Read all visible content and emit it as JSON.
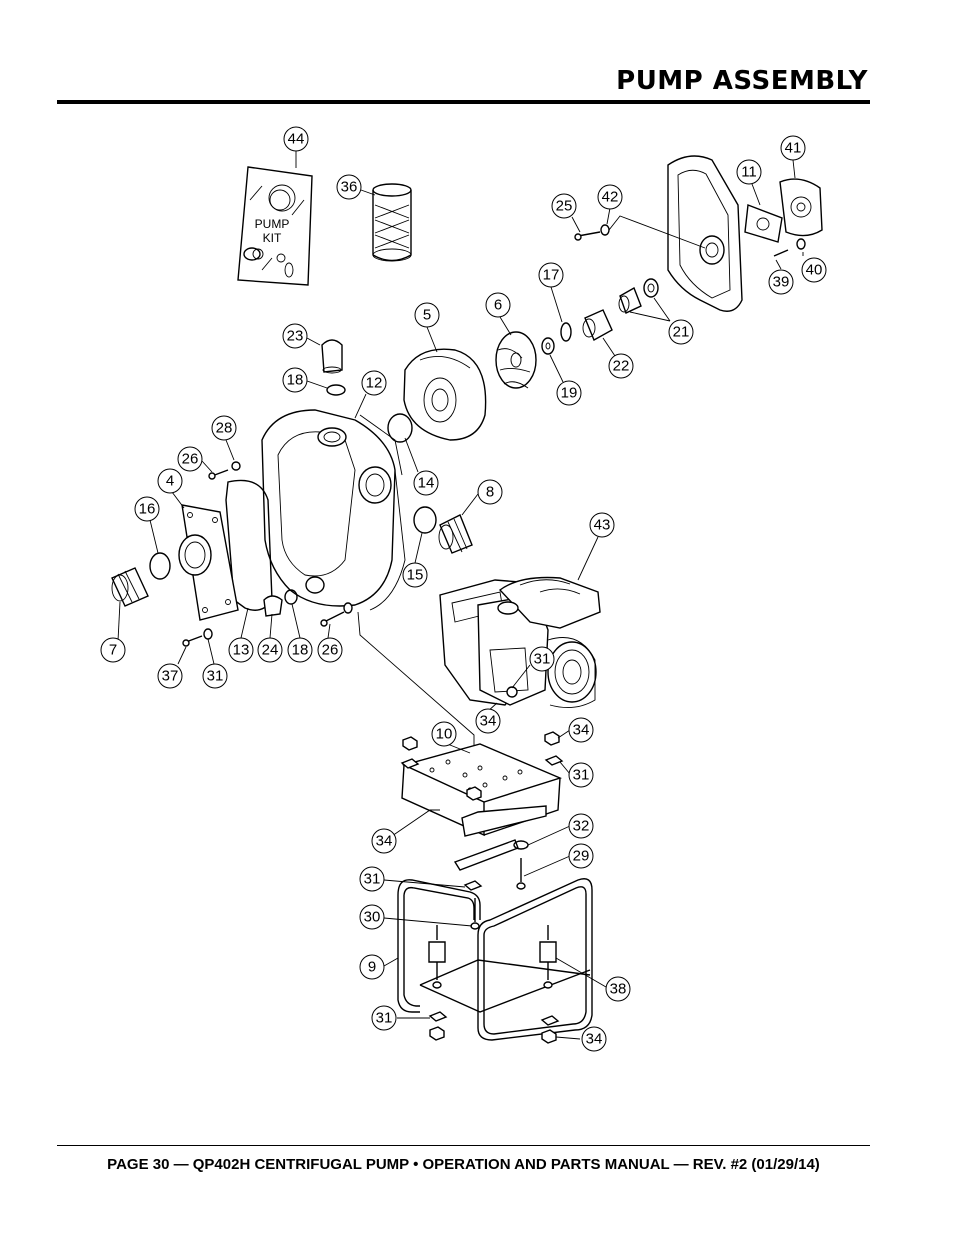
{
  "header": {
    "title": "PUMP ASSEMBLY"
  },
  "footer": {
    "text": "PAGE 30 — QP402H CENTRIFUGAL PUMP • OPERATION AND PARTS MANUAL — REV. #2 (01/29/14)"
  },
  "kit_label": {
    "line1": "PUMP",
    "line2": "KIT"
  },
  "callouts": [
    "44",
    "36",
    "41",
    "11",
    "25",
    "42",
    "40",
    "39",
    "17",
    "21",
    "22",
    "5",
    "6",
    "19",
    "23",
    "18",
    "12",
    "28",
    "26",
    "14",
    "8",
    "4",
    "16",
    "43",
    "15",
    "7",
    "13",
    "24",
    "18",
    "26",
    "31",
    "37",
    "31",
    "34",
    "10",
    "34",
    "31",
    "32",
    "34",
    "29",
    "31",
    "30",
    "9",
    "38",
    "31",
    "34"
  ]
}
